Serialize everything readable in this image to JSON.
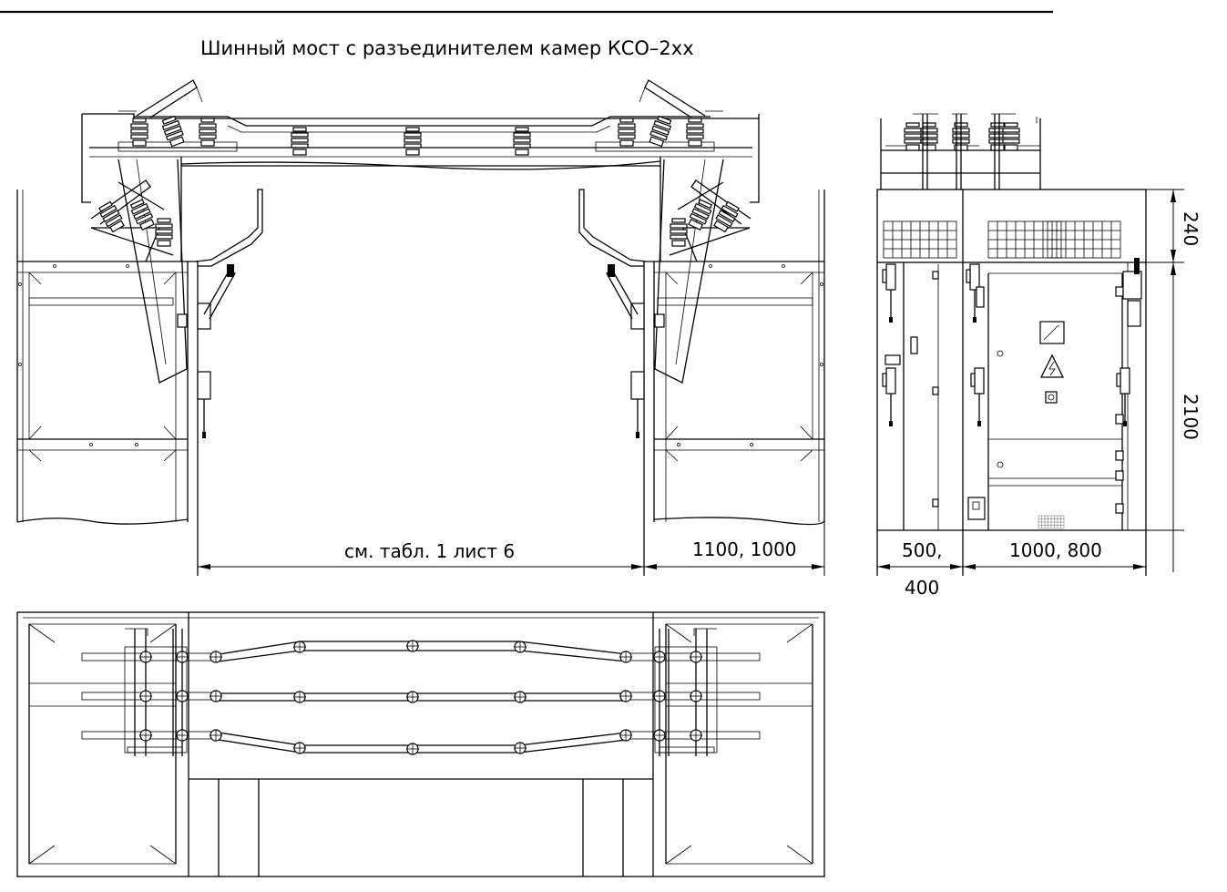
{
  "title": "Шинный мост с разъединителем камер КСО–2хх",
  "dimensions": {
    "span_label": "см. табл. 1 лист 6",
    "cell_width_label": "1100, 1000",
    "side_depth_left_line1": "500,",
    "side_depth_left_line2": "400",
    "side_depth_right": "1000, 800",
    "bridge_height": "240",
    "cell_height": "2100"
  }
}
